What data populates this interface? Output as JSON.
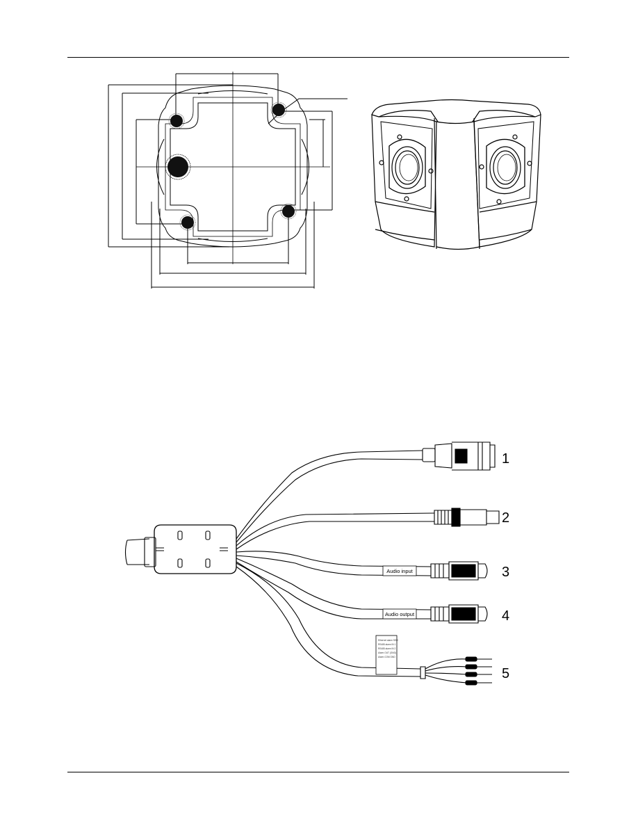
{
  "page": {
    "header_rule": true,
    "footer_rule": true
  },
  "cable": {
    "callouts": [
      "1",
      "2",
      "3",
      "4",
      "5"
    ],
    "labels": {
      "audio_input": "Audio input",
      "audio_output": "Audio output"
    },
    "flag_text": [
      "Ethernet alarm SEM",
      "RS485 alarm IN 1",
      "RS485 alarm IN 2",
      "Alarm OUT (GND)",
      "Alarm COM GND"
    ]
  },
  "colors": {
    "ink": "#000000",
    "screw": "#111111",
    "paper": "#ffffff"
  }
}
